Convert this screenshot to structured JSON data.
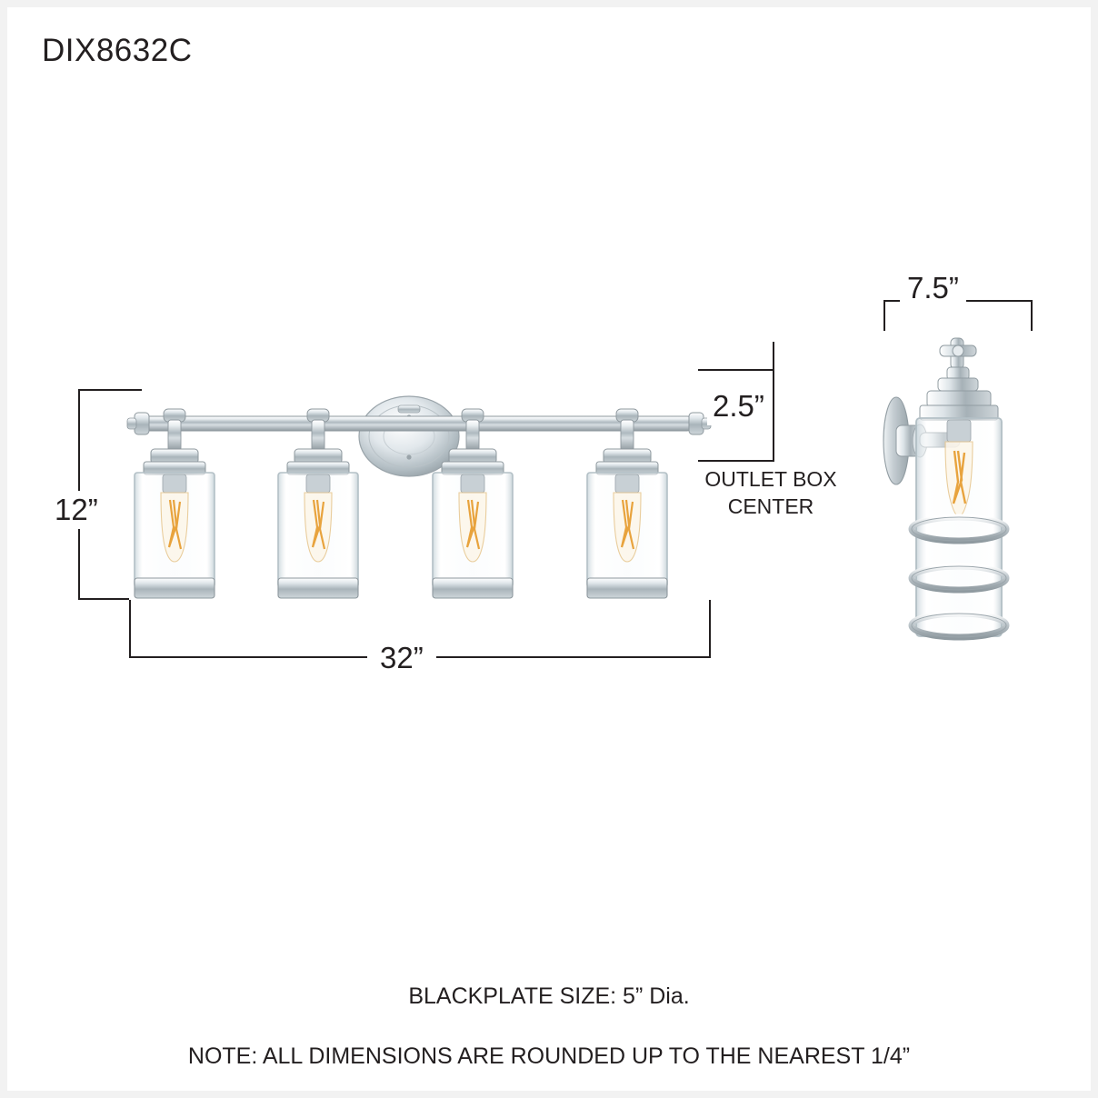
{
  "title": "DIX8632C",
  "dimensions": {
    "height": "12”",
    "width": "32”",
    "backplate_offset": "2.5”",
    "projection": "7.5”",
    "outlet_box_line1": "OUTLET BOX",
    "outlet_box_line2": "CENTER"
  },
  "footer": {
    "blackplate": "BLACKPLATE SIZE: 5” Dia.",
    "note": "NOTE: ALL DIMENSIONS ARE ROUNDED UP TO THE NEAREST 1/4”"
  },
  "colors": {
    "line": "#231f20",
    "chrome_light": "#f4f6f7",
    "chrome_mid": "#c9d0d4",
    "chrome_dark": "#8d979c",
    "glass": "#eef3f5",
    "filament": "#e8a33d",
    "background": "#ffffff"
  },
  "fixture": {
    "type": "4-light bath vanity fixture, front elevation",
    "light_count": 4,
    "side_view": "single-light side elevation"
  }
}
